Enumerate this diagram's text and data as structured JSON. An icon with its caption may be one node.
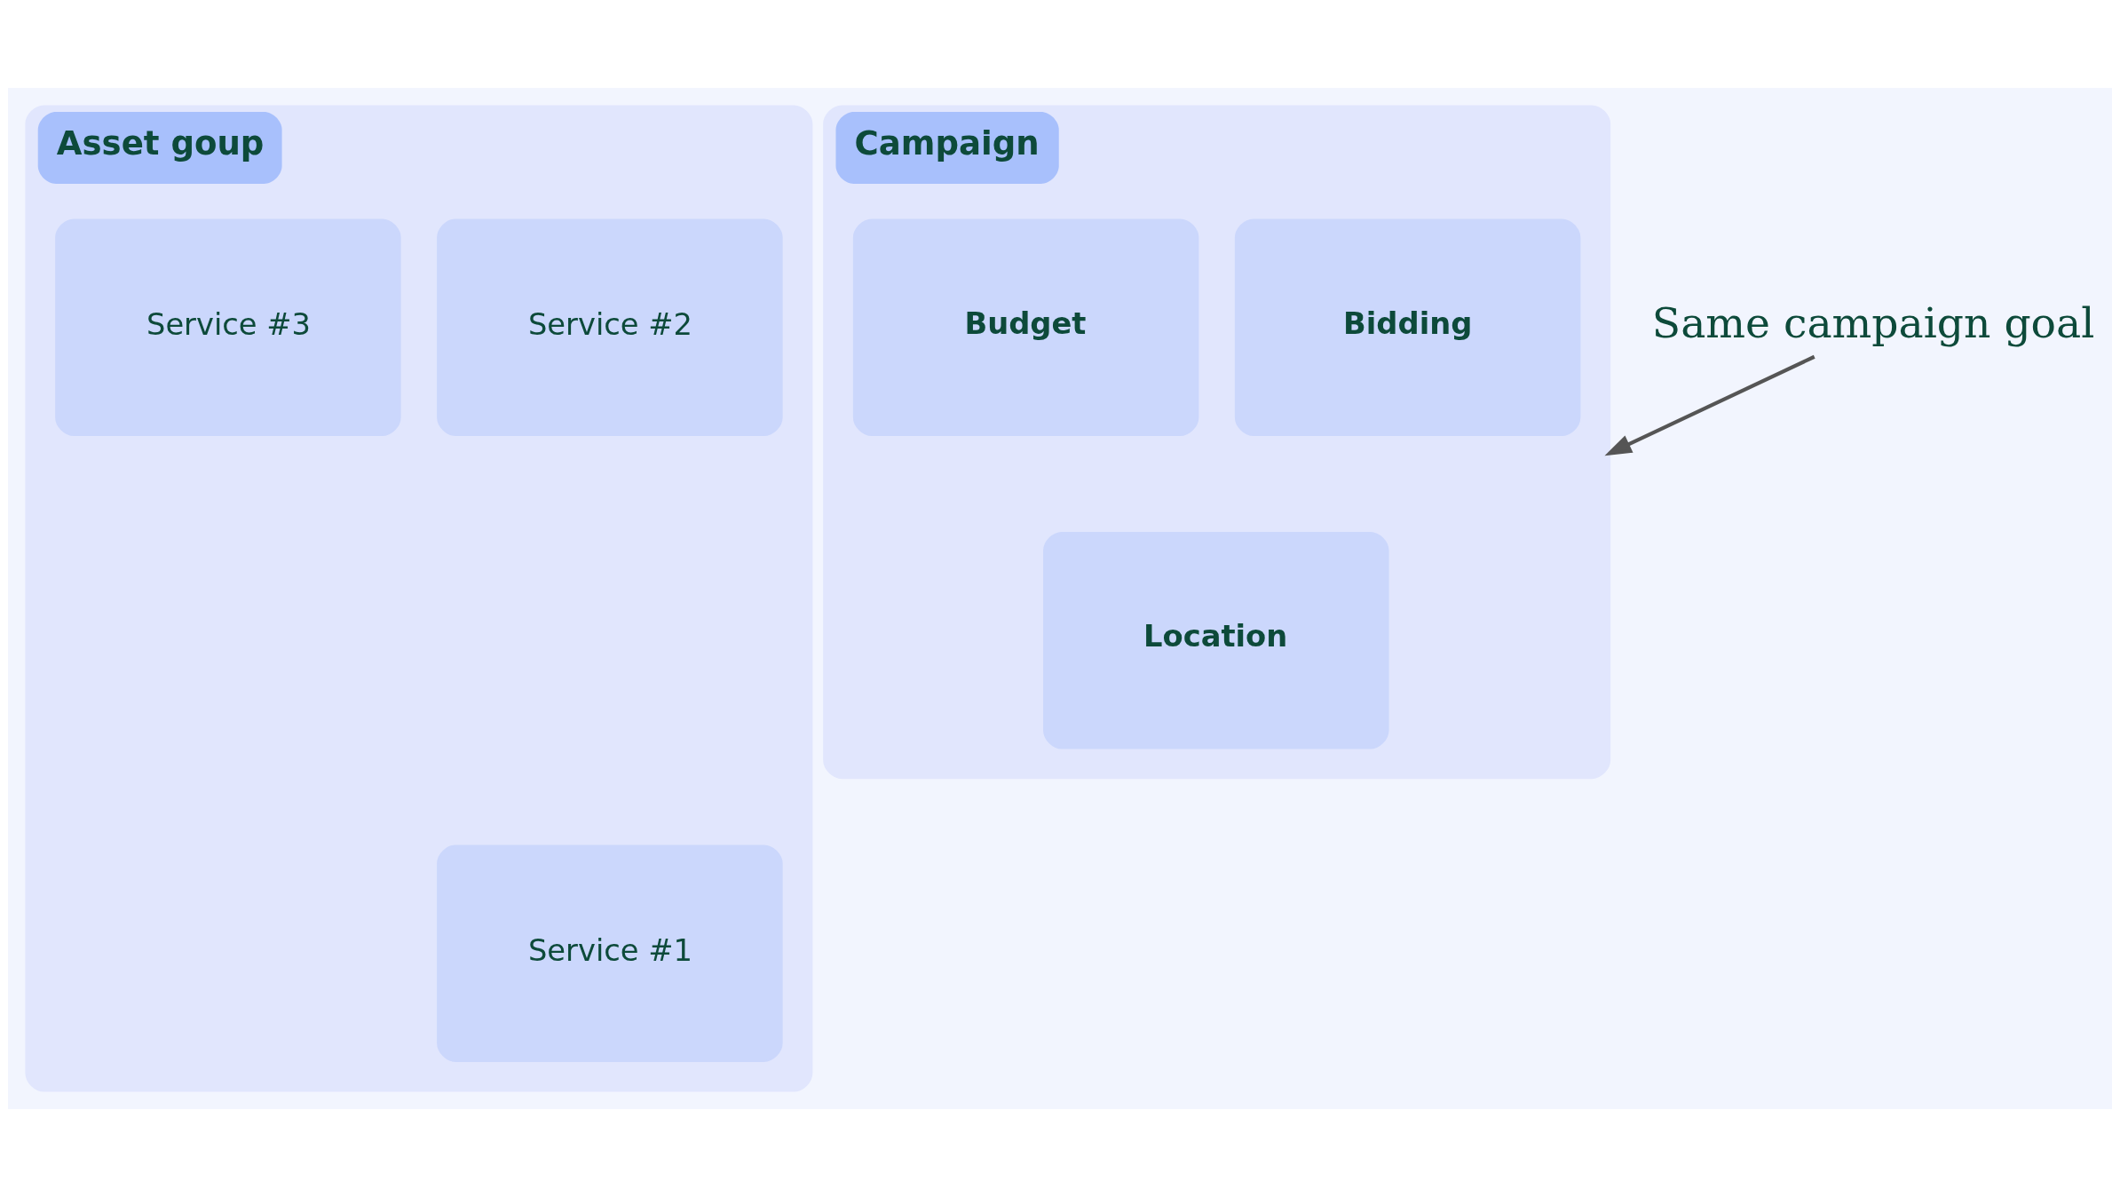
{
  "diagram": {
    "nodes": [
      {
        "text": [
          "Campaign"
        ]
      },
      {
        "text": [
          "Location"
        ],
        "in": 0
      },
      {
        "text": [
          "Bidding"
        ],
        "in": 0
      },
      {
        "text": [
          "Budget"
        ],
        "in": 0
      },
      {
        "text": [
          "Asset goup"
        ]
      },
      {
        "text": [
          "Service #1"
        ],
        "in": 4
      },
      {
        "text": [
          "Service #2"
        ],
        "in": 4
      },
      {
        "text": [
          "Service #3"
        ],
        "in": 4
      },
      {
        "text": [
          "Same campaign goal"
        ]
      }
    ],
    "edges": [
      {
        "from": 8,
        "to": 0,
        "arrow": "to"
      }
    ]
  }
}
